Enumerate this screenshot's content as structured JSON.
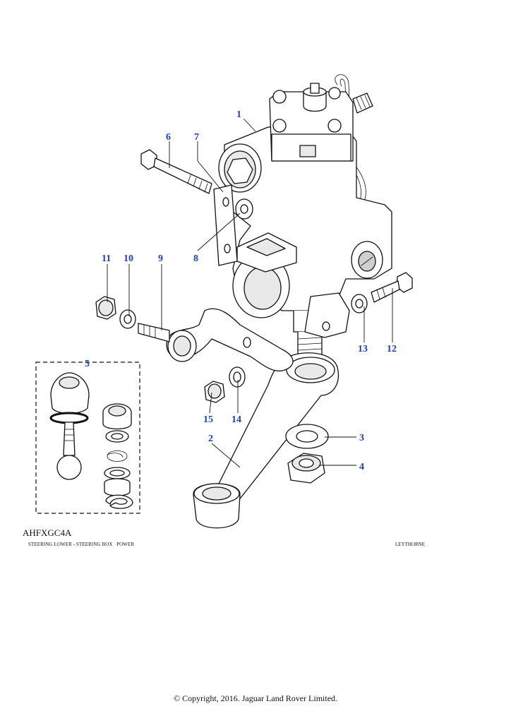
{
  "diagram": {
    "code": "AHFXGC4A",
    "title": "STEERING LOWER - STEERING BOX   POWER",
    "plant": "LEYTHORNE",
    "copyright": "© Copyright, 2016. Jaguar Land Rover Limited.",
    "callout_color": "#1f3fbf",
    "callouts": [
      "1",
      "2",
      "3",
      "4",
      "5",
      "6",
      "7",
      "8",
      "9",
      "10",
      "11",
      "12",
      "13",
      "14",
      "15"
    ]
  }
}
